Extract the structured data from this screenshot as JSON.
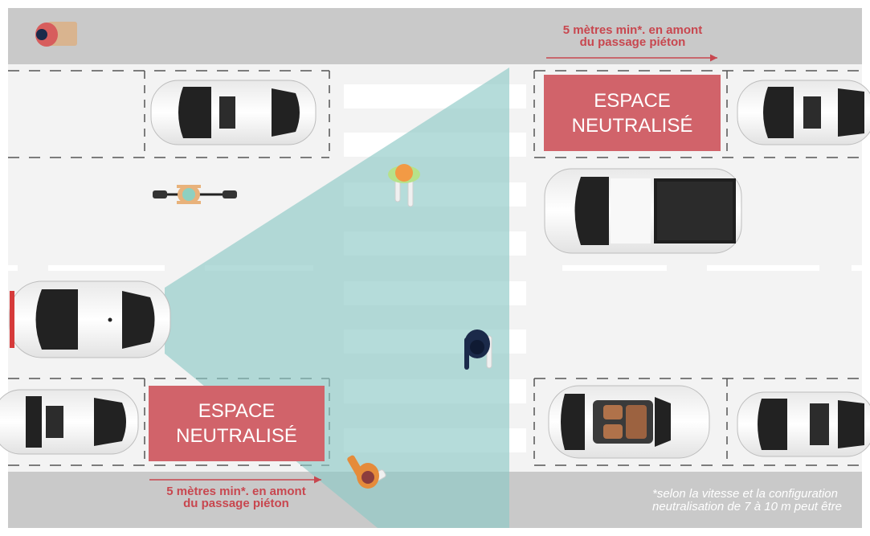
{
  "title": "",
  "colors": {
    "sidewalk": "#c9c9c9",
    "road": "#f3f3f3",
    "visibility_cone": "#8ec9c6",
    "zone_fill": "#d1636a",
    "label_red": "#c8474f"
  },
  "zones": [
    {
      "line1": "ESPACE",
      "line2": "NEUTRALISÉ"
    },
    {
      "line1": "ESPACE",
      "line2": "NEUTRALISÉ"
    }
  ],
  "distance_labels": [
    {
      "line1": "5 mètres min*. en amont",
      "line2": "du passage piéton"
    },
    {
      "line1": "5 mètres min*. en amont",
      "line2": "du passage piéton"
    }
  ],
  "footnote": {
    "line1": "*selon la vitesse et la configuration",
    "line2": "neutralisation de 7 à 10 m peut être"
  },
  "icons": {
    "delivery": "delivery-person-icon",
    "cyclist": "cyclist-icon",
    "pedestrians": [
      "pedestrian-icon",
      "pedestrian-icon",
      "pedestrian-icon"
    ],
    "cars": [
      "car-icon",
      "car-icon",
      "car-icon",
      "car-icon",
      "car-icon",
      "convertible-car-icon",
      "pickup-truck-icon"
    ]
  }
}
